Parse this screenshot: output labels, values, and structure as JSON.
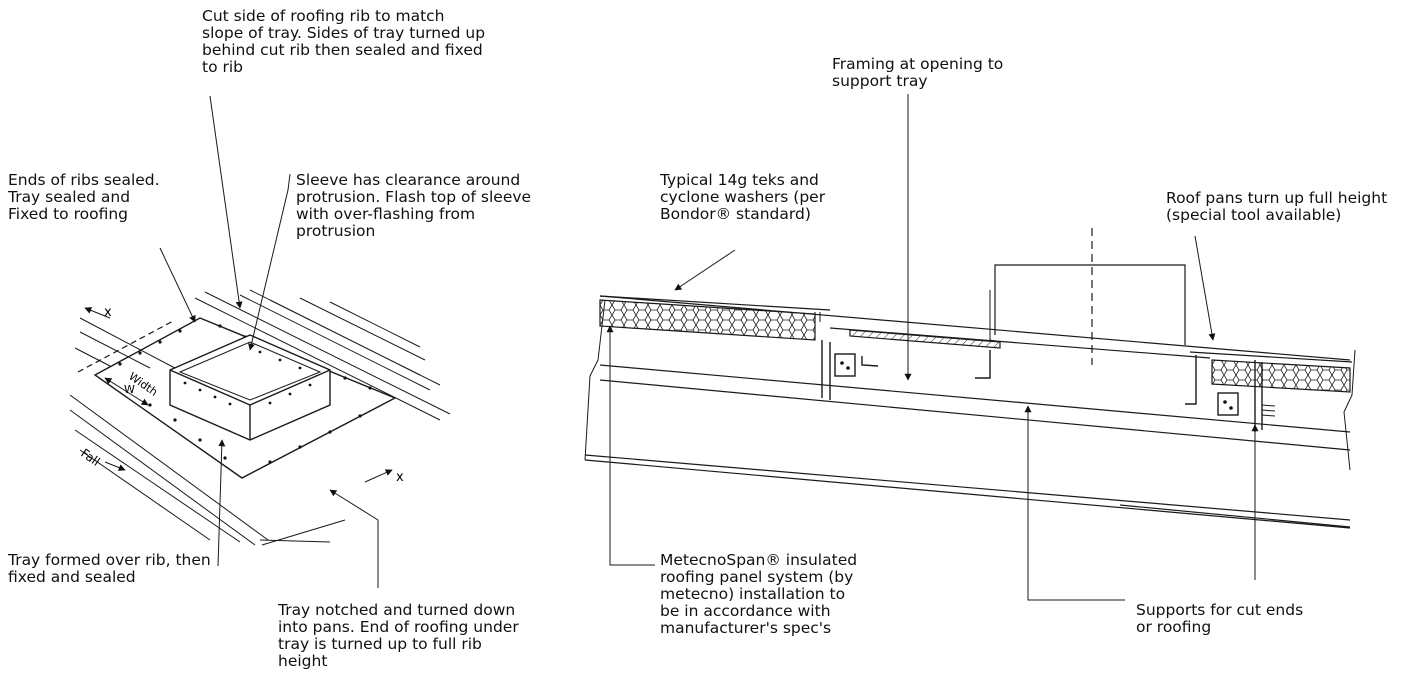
{
  "labels": {
    "cut_rib": "Cut side of roofing rib to match\nslope of tray. Sides of tray turned up\nbehind cut rib then sealed and fixed\nto rib",
    "ends_sealed": "Ends of ribs sealed.\nTray sealed and\nFixed to roofing",
    "sleeve": "Sleeve has clearance around\nprotrusion. Flash top of sleeve\nwith over-flashing from\nprotrusion",
    "tray_formed": "Tray formed over rib, then\nfixed and sealed",
    "tray_notched": "Tray notched and turned down\ninto pans. End of roofing under\ntray is turned up to full rib\nheight",
    "framing": "Framing at opening to\nsupport tray",
    "teks": "Typical 14g teks and\ncyclone washers (per\nBondor® standard)",
    "roof_pans": "Roof pans turn up full height\n(special tool available)",
    "metecnospan": "MetecnoSpan® insulated\nroofing panel system (by\nmetecno) installation to\nbe in accordance with\nmanufacturer's spec's",
    "supports": "Supports for cut ends\nor roofing"
  },
  "dimension_labels": {
    "width": "Width",
    "w": "W",
    "fall": "Fall",
    "x_left": "x",
    "x_right": "x"
  },
  "colors": {
    "line": "#1a1a1a",
    "background": "#ffffff"
  }
}
